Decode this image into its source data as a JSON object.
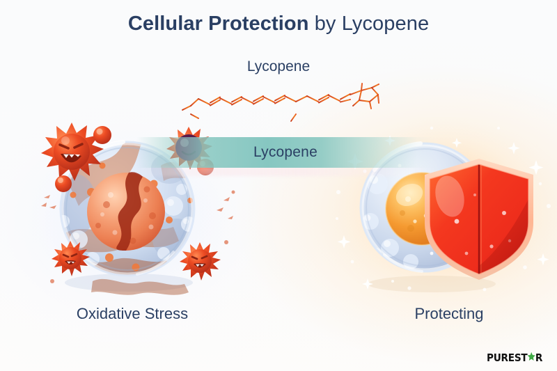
{
  "title": {
    "bold_part": "Cellular Protection",
    "regular_part": " by Lycopene",
    "color": "#2a3f63"
  },
  "molecule": {
    "label": "Lycopene",
    "structure_name": "lycopene-skeletal-formula",
    "color": "#e2541f"
  },
  "band": {
    "label": "Lycopene",
    "background_color": "#80c4be",
    "text_color": "#2b4064"
  },
  "panels": [
    {
      "id": "oxidative-stress",
      "caption": "Oxidative Stress",
      "cell_state": "damaged",
      "membrane_color": "#b9cce4",
      "nucleus_color": "#ef8352",
      "free_radicals": 4,
      "free_radical_color": "#e4492a"
    },
    {
      "id": "protecting",
      "caption": "Protecting",
      "cell_state": "healthy",
      "membrane_color": "#bcd0e8",
      "nucleus_color": "#f59c2e",
      "shield_color": "#f0402a",
      "glow_color": "#fae3c8"
    }
  ],
  "logo": {
    "text_before": "PUREST",
    "star": "star-icon",
    "text_after": "R",
    "text_color": "#111111",
    "star_color": "#3faa45"
  },
  "background": {
    "base_color": "#fafbfc",
    "right_glow": "#fae3c8"
  }
}
